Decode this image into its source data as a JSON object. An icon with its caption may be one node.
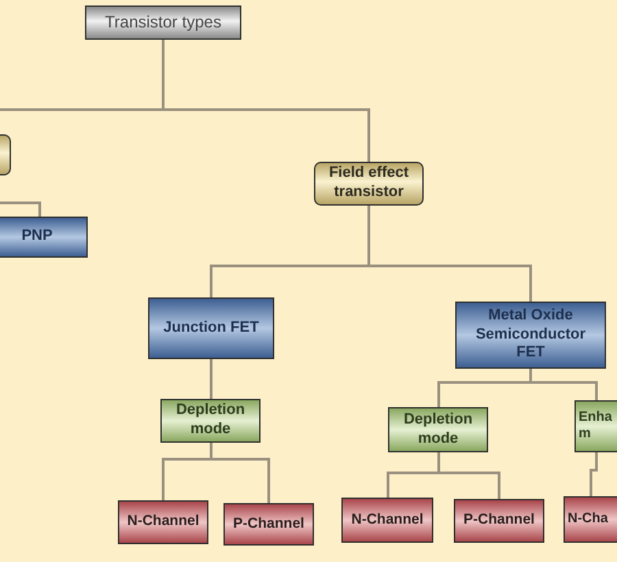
{
  "diagram": {
    "nodes": [
      {
        "text": [
          "Transistor types"
        ]
      },
      {
        "text": [],
        "shape": "box"
      },
      {
        "text": [
          "Field effect transistor"
        ]
      },
      {
        "text": [
          "PNP"
        ]
      },
      {
        "text": [
          "Junction FET"
        ]
      },
      {
        "text": [
          "Metal Oxide Semiconductor FET"
        ]
      },
      {
        "text": [
          "Depletion mode"
        ]
      },
      {
        "text": [
          "Depletion mode"
        ]
      },
      {
        "text": [
          "Enha m"
        ]
      },
      {
        "text": [
          "N-Channel"
        ]
      },
      {
        "text": [
          "P-Channel"
        ]
      },
      {
        "text": [
          "N-Channel"
        ]
      },
      {
        "text": [
          "P-Channel"
        ]
      },
      {
        "text": [
          "N-Cha"
        ]
      }
    ],
    "edges": [
      {
        "from": 0,
        "to": null,
        "arrow": "none"
      },
      {
        "from": 0,
        "to": 2,
        "arrow": "none"
      },
      {
        "from": null,
        "to": 3,
        "arrow": "none"
      },
      {
        "from": 2,
        "to": 4,
        "arrow": "none"
      },
      {
        "from": 2,
        "to": 5,
        "arrow": "none"
      },
      {
        "from": 4,
        "to": 6,
        "arrow": "none"
      },
      {
        "from": 5,
        "to": 7,
        "arrow": "none"
      },
      {
        "from": 5,
        "to": 8,
        "arrow": "none"
      },
      {
        "from": 6,
        "to": 9,
        "arrow": "none"
      },
      {
        "from": 6,
        "to": 10,
        "arrow": "none"
      },
      {
        "from": 7,
        "to": 11,
        "arrow": "none"
      },
      {
        "from": 7,
        "to": 12,
        "arrow": "none"
      },
      {
        "from": 8,
        "to": 13,
        "arrow": "none"
      }
    ]
  }
}
